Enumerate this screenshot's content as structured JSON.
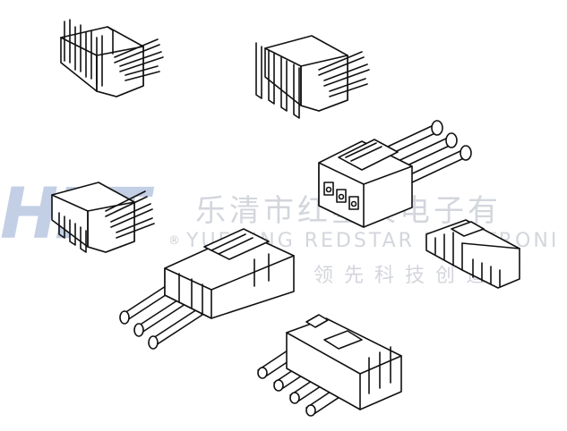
{
  "watermark": {
    "logo": "HRT",
    "company_cn": "乐清市红星辰电子有",
    "registered_mark": "®",
    "company_en": "YUEQING REDSTAR ELECTRONI",
    "slogan_cn": "领先科技创造"
  },
  "colors": {
    "background": "#ffffff",
    "line_art": "#111111",
    "logo_watermark": "#b9c7e0",
    "text_watermark": "#d3d6dc"
  }
}
